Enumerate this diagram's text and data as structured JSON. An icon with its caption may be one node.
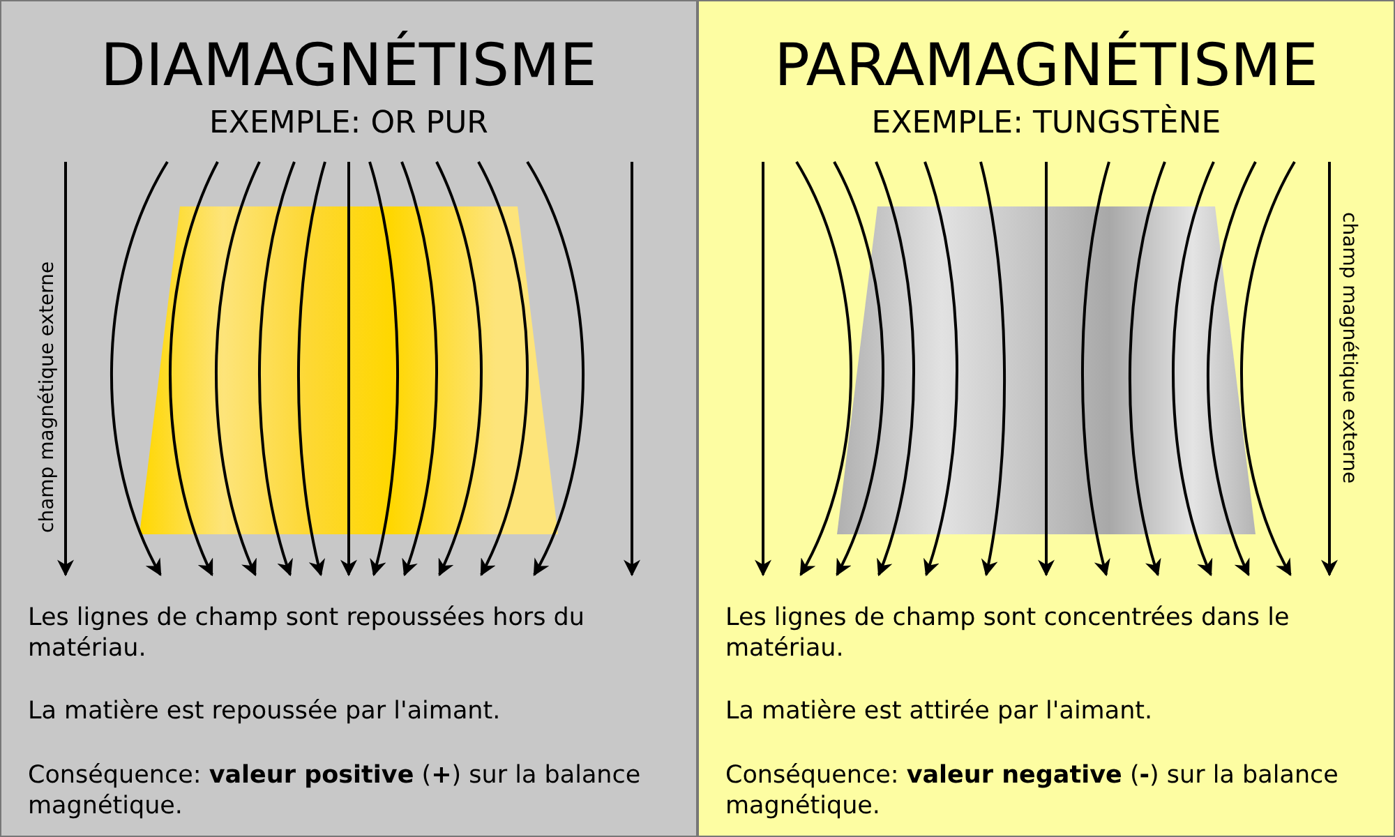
{
  "diagram": {
    "labels": [
      "DIAMAGNÉTISME",
      "EXEMPLE: OR PUR",
      "champ magnétique externe",
      "Les lignes de champ sont repoussées hors du matériau.",
      "La matière est repoussée par l'aimant.",
      "Conséquence: **valeur positive** (**+**) sur la balance magnétique.",
      "PARAMAGNÉTISME",
      "EXEMPLE: TUNGSTÈNE",
      "champ magnétique externe",
      "Les lignes de champ sont concentrées dans le matériau.",
      "La matière est attirée par l'aimant.",
      "Conséquence: **valeur negative** (**-**) sur la balance magnétique."
    ]
  }
}
